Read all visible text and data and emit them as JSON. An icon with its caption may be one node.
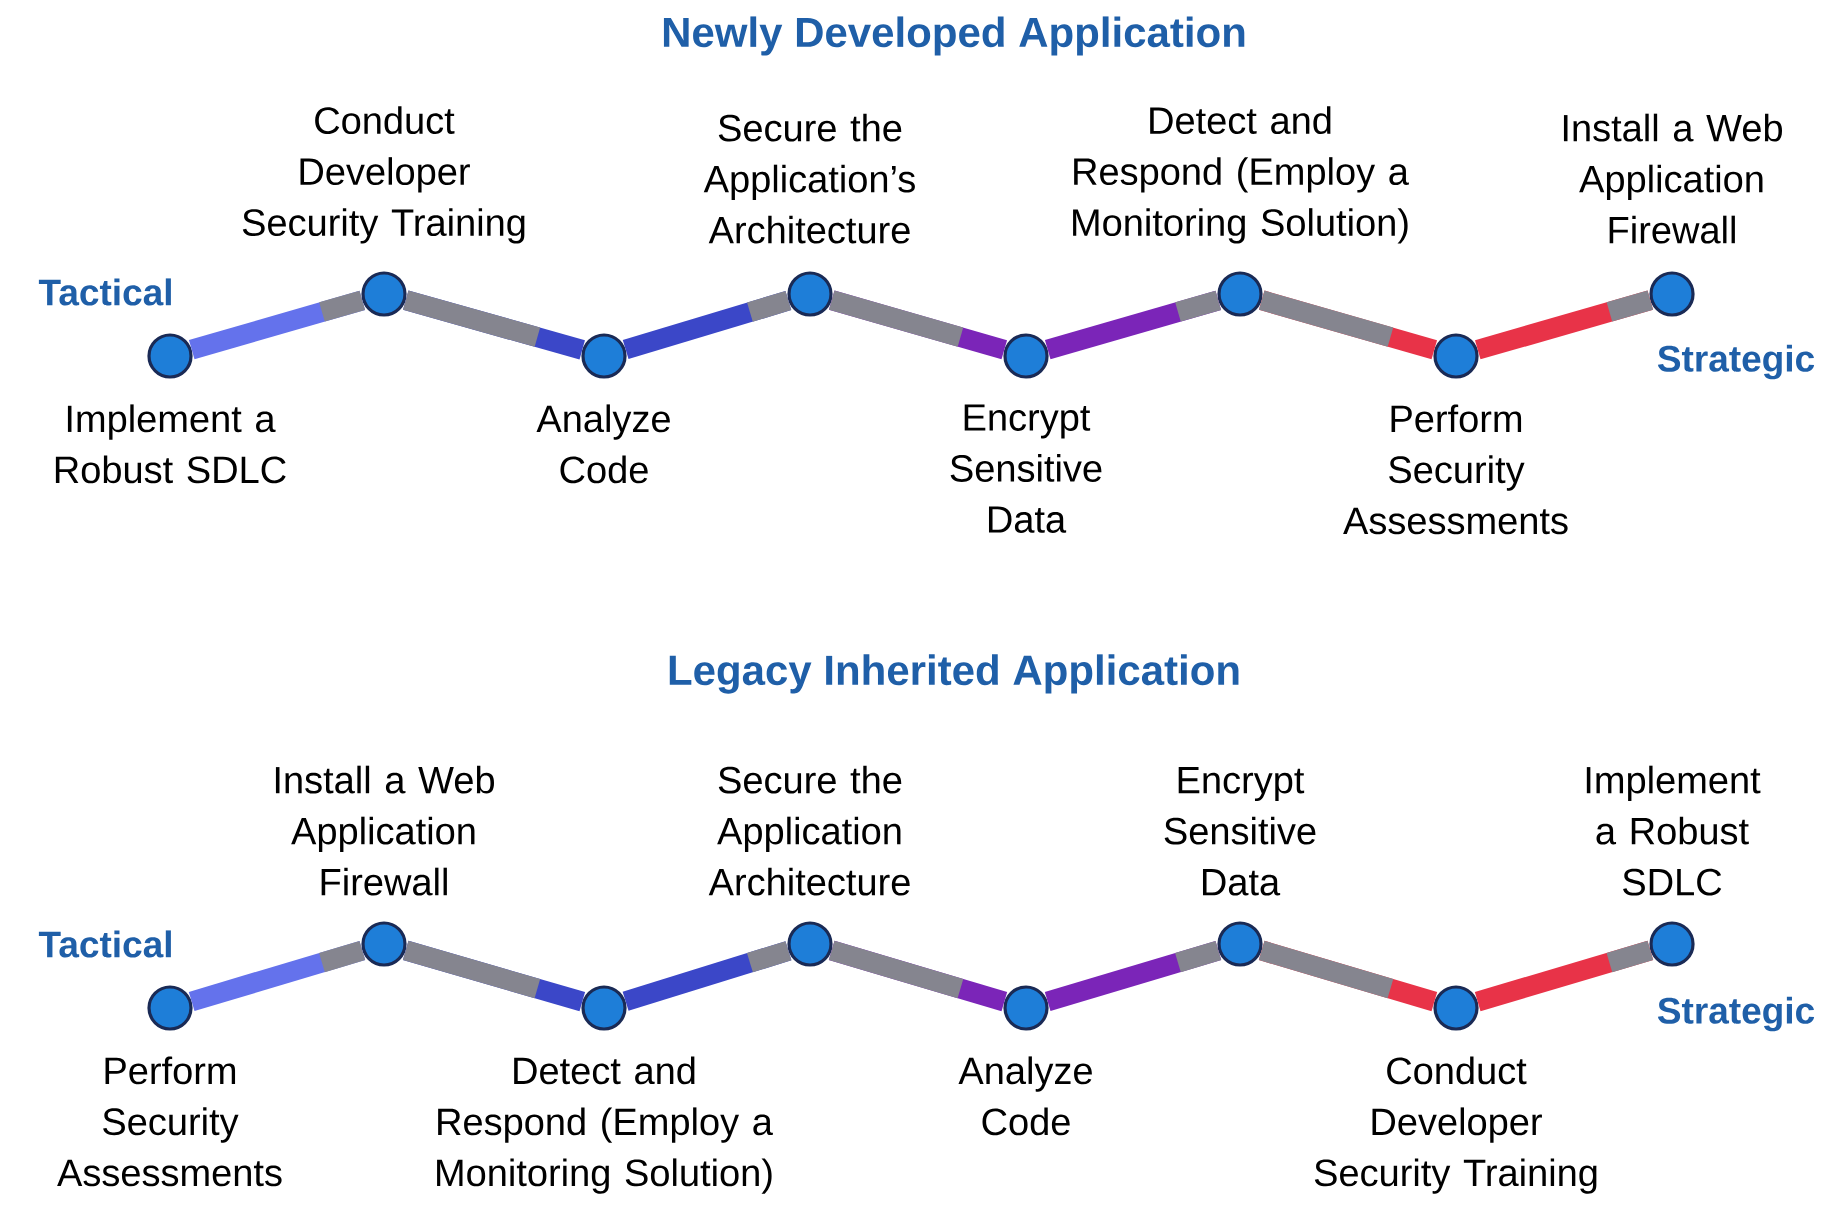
{
  "diagram": {
    "nodes": [
      {
        "text": [],
        "shape": "circle",
        "beside": [
          "Implement a Robust SDLC"
        ]
      },
      {
        "text": [],
        "shape": "circle",
        "beside": [
          "Conduct Developer Security Training"
        ]
      },
      {
        "text": [],
        "shape": "circle",
        "beside": [
          "Analyze Code"
        ]
      },
      {
        "text": [],
        "shape": "circle",
        "beside": [
          "Secure the Application’s Architecture"
        ]
      },
      {
        "text": [],
        "shape": "circle",
        "beside": [
          "Encrypt Sensitive Data"
        ]
      },
      {
        "text": [],
        "shape": "circle",
        "beside": [
          "Detect and Respond (Employ a Monitoring Solution)"
        ]
      },
      {
        "text": [],
        "shape": "circle",
        "beside": [
          "Perform Security Assessments"
        ]
      },
      {
        "text": [],
        "shape": "circle",
        "beside": [
          "Install a Web Application Firewall"
        ]
      },
      {
        "text": [],
        "shape": "circle",
        "beside": [
          "Perform Security Assessments"
        ]
      },
      {
        "text": [],
        "shape": "circle",
        "beside": [
          "Install a Web Application Firewall"
        ]
      },
      {
        "text": [],
        "shape": "circle",
        "beside": [
          "Detect and Respond (Employ a Monitoring Solution)"
        ]
      },
      {
        "text": [],
        "shape": "circle",
        "beside": [
          "Secure the Application Architecture"
        ]
      },
      {
        "text": [],
        "shape": "circle",
        "beside": [
          "Analyze Code"
        ]
      },
      {
        "text": [],
        "shape": "circle",
        "beside": [
          "Encrypt Sensitive Data"
        ]
      },
      {
        "text": [],
        "shape": "circle",
        "beside": [
          "Conduct Developer Security Training"
        ]
      },
      {
        "text": [],
        "shape": "circle",
        "beside": [
          "Implement a Robust SDLC"
        ]
      }
    ],
    "edges": [
      {
        "from": 0,
        "to": 1,
        "arrow": "none",
        "color": "#6472ec"
      },
      {
        "from": 1,
        "to": 2,
        "arrow": "none",
        "color": "#3b47c8"
      },
      {
        "from": 2,
        "to": 3,
        "arrow": "none",
        "color": "#3b47c8"
      },
      {
        "from": 3,
        "to": 4,
        "arrow": "none",
        "color": "#7b25b8"
      },
      {
        "from": 4,
        "to": 5,
        "arrow": "none",
        "color": "#7b25b8"
      },
      {
        "from": 5,
        "to": 6,
        "arrow": "none",
        "color": "#e83348"
      },
      {
        "from": 6,
        "to": 7,
        "arrow": "none",
        "color": "#e83348"
      },
      {
        "from": 8,
        "to": 9,
        "arrow": "none",
        "color": "#6472ec"
      },
      {
        "from": 9,
        "to": 10,
        "arrow": "none",
        "color": "#3b47c8"
      },
      {
        "from": 10,
        "to": 11,
        "arrow": "none",
        "color": "#3b47c8"
      },
      {
        "from": 11,
        "to": 12,
        "arrow": "none",
        "color": "#7b25b8"
      },
      {
        "from": 12,
        "to": 13,
        "arrow": "none",
        "color": "#7b25b8"
      },
      {
        "from": 13,
        "to": 14,
        "arrow": "none",
        "color": "#e83348"
      },
      {
        "from": 14,
        "to": 15,
        "arrow": "none",
        "color": "#e83348"
      }
    ],
    "labels": [
      "Newly Developed Application",
      "Tactical",
      "Strategic",
      "Legacy Inherited Application",
      "Tactical",
      "Strategic"
    ]
  }
}
